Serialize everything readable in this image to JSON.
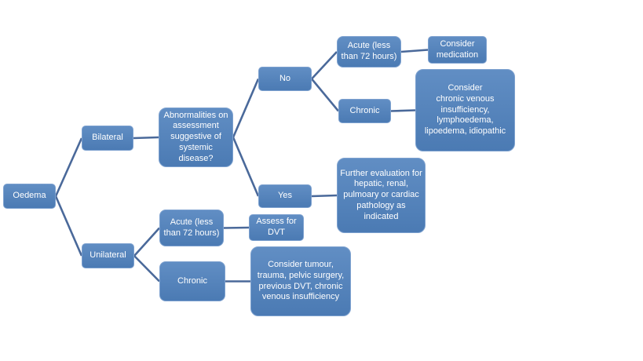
{
  "diagram": {
    "type": "flowchart",
    "colors": {
      "background": "#ffffff",
      "node_fill": "#4f81bd",
      "node_border": "#7da1cf",
      "node_text": "#ffffff",
      "connector": "#4a699a"
    },
    "nodes": {
      "oedema": {
        "label": "Oedema"
      },
      "bilateral": {
        "label": "Bilateral"
      },
      "unilateral": {
        "label": "Unilateral"
      },
      "abnormalities": {
        "label": "Abnormalities on assessment suggestive of systemic disease?"
      },
      "no": {
        "label": "No"
      },
      "yes": {
        "label": "Yes"
      },
      "acute_top": {
        "label": "Acute (less than 72 hours)"
      },
      "consider_medication": {
        "label": "Consider medication"
      },
      "chronic_top": {
        "label": "Chronic"
      },
      "consider_cvi": {
        "label": "Consider\nchronic venous insufficiency, lymphoedema, lipoedema, idiopathic"
      },
      "further_eval": {
        "label": "Further evaluation for hepatic, renal, pulmoary or cardiac pathology as indicated"
      },
      "acute_bottom": {
        "label": "Acute (less than 72 hours)"
      },
      "assess_dvt": {
        "label": "Assess for DVT"
      },
      "chronic_bottom": {
        "label": "Chronic"
      },
      "consider_tumour": {
        "label": "Consider tumour, trauma, pelvic surgery, previous DVT, chronic venous insufficiency"
      }
    },
    "edges": [
      {
        "from": "oedema",
        "to": "bilateral"
      },
      {
        "from": "oedema",
        "to": "unilateral"
      },
      {
        "from": "bilateral",
        "to": "abnormalities"
      },
      {
        "from": "abnormalities",
        "to": "no"
      },
      {
        "from": "abnormalities",
        "to": "yes"
      },
      {
        "from": "no",
        "to": "acute_top"
      },
      {
        "from": "no",
        "to": "chronic_top"
      },
      {
        "from": "acute_top",
        "to": "consider_medication"
      },
      {
        "from": "chronic_top",
        "to": "consider_cvi"
      },
      {
        "from": "yes",
        "to": "further_eval"
      },
      {
        "from": "unilateral",
        "to": "acute_bottom"
      },
      {
        "from": "unilateral",
        "to": "chronic_bottom"
      },
      {
        "from": "acute_bottom",
        "to": "assess_dvt"
      },
      {
        "from": "chronic_bottom",
        "to": "consider_tumour"
      }
    ]
  }
}
